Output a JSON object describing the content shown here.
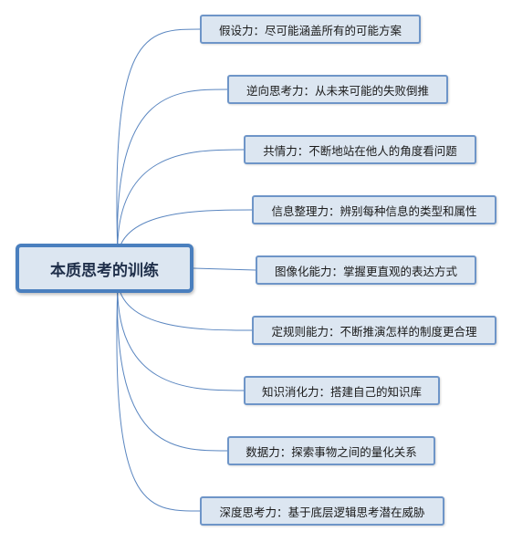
{
  "central_topic": "本质思考的训练",
  "colors": {
    "node_fill": "#dce6f1",
    "central_border": "#4a7fbe",
    "topic_border": "#6e95c8",
    "connector": "#5a86c0"
  },
  "topics": [
    "假设力：尽可能涵盖所有的可能方案",
    "逆向思考力：从未来可能的失败倒推",
    "共情力：不断地站在他人的角度看问题",
    "信息整理力：辨别每种信息的类型和属性",
    "图像化能力：掌握更直观的表达方式",
    "定规则能力：不断推演怎样的制度更合理",
    "知识消化力：搭建自己的知识库",
    "数据力：探索事物之间的量化关系",
    "深度思考力：基于底层逻辑思考潜在威胁"
  ]
}
